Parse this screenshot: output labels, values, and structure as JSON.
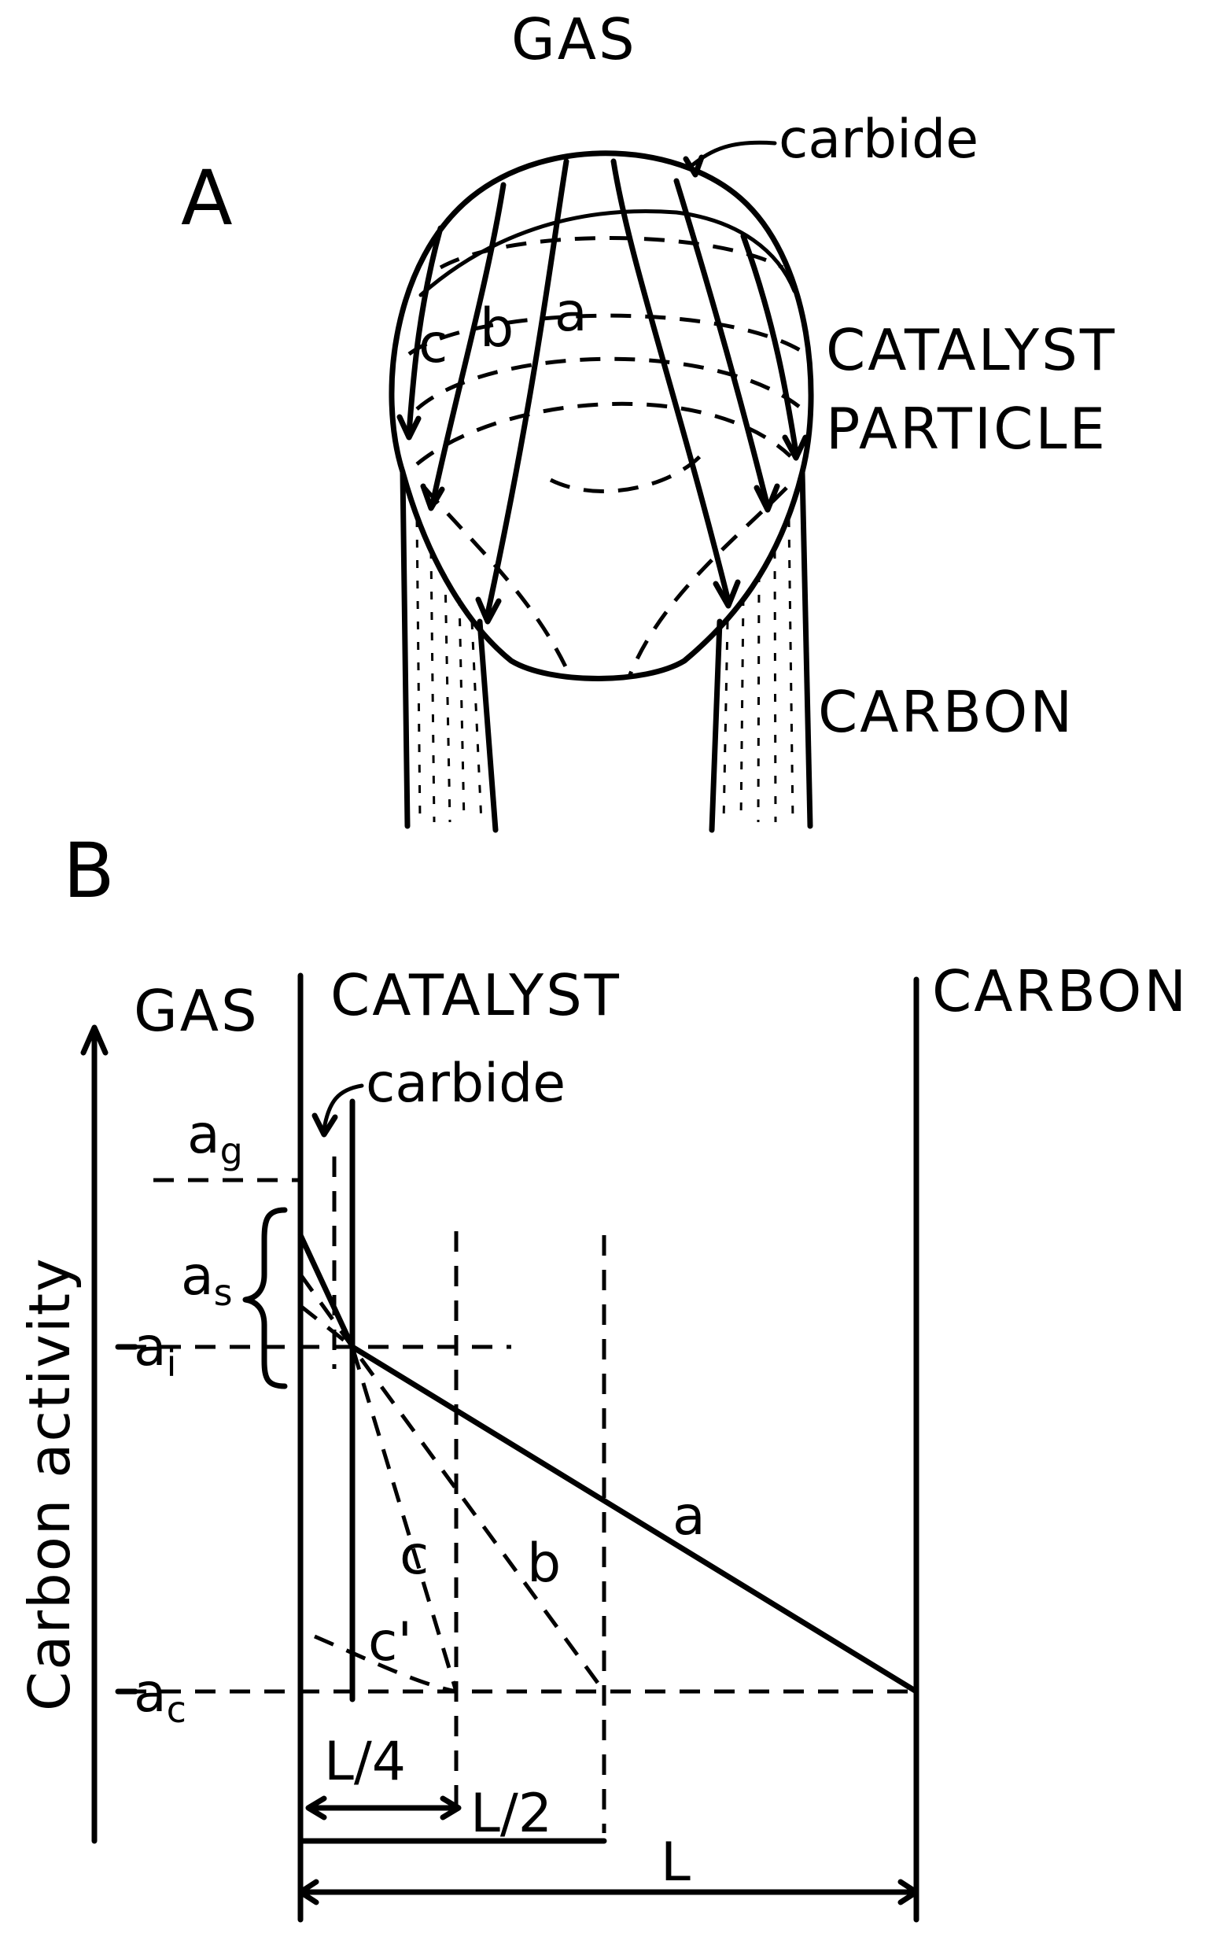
{
  "panel_a": {
    "letter": "A",
    "gas": "GAS",
    "carbide": "carbide",
    "catalyst_line1": "CATALYST",
    "catalyst_line2": "PARTICLE",
    "carbon": "CARBON",
    "path_a": "a",
    "path_b": "b",
    "path_c": "c"
  },
  "panel_b": {
    "letter": "B",
    "gas": "GAS",
    "catalyst": "CATALYST",
    "carbon": "CARBON",
    "carbide": "carbide",
    "y_axis_label": "Carbon activity",
    "a_g": "a",
    "a_g_sub": "g",
    "a_s": "a",
    "a_s_sub": "s",
    "a_i": "a",
    "a_i_sub": "i",
    "a_c": "a",
    "a_c_sub": "c",
    "line_a": "a",
    "line_b": "b",
    "line_c": "c",
    "line_c_prime": "c'",
    "dim_quarter": "L/4",
    "dim_half": "L/2",
    "dim_full": "L"
  }
}
